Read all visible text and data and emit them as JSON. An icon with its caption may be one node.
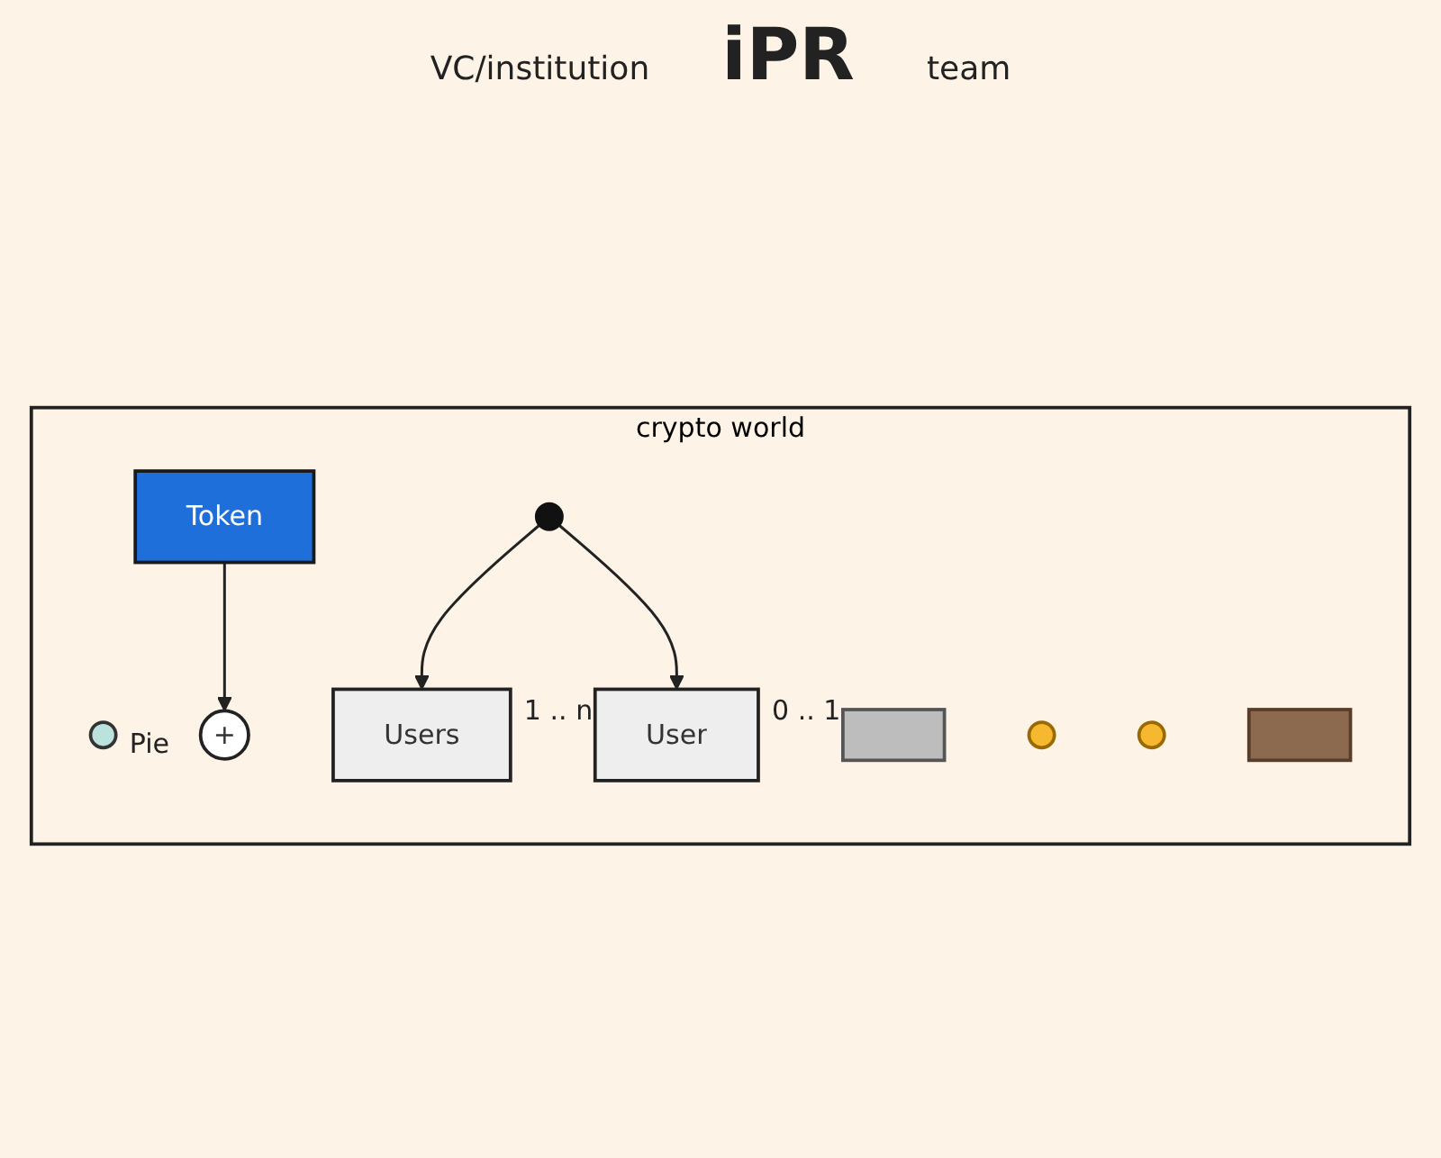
{
  "diagram": {
    "nodes": [
      {
        "text": [
          "crypto world"
        ]
      },
      {
        "text": [],
        "shape": "circle",
        "beside": [
          "Pie"
        ],
        "in": 0
      },
      {
        "text": [
          "Token"
        ],
        "in": 0
      },
      {
        "text": [
          "+"
        ],
        "in": 0
      },
      {
        "text": [],
        "shape": "circle",
        "in": 0
      },
      {
        "text": [],
        "shape": "box",
        "in": 0
      },
      {
        "text": [
          "Users"
        ],
        "beside": [
          "1 .. n"
        ],
        "in": 0
      },
      {
        "text": [],
        "shape": "circle",
        "in": 0
      },
      {
        "text": [
          "User"
        ],
        "beside": [
          "0 .. 1"
        ],
        "in": 0
      },
      {
        "text": [],
        "shape": "circle",
        "in": 0
      },
      {
        "text": [],
        "shape": "box",
        "in": 0
      }
    ],
    "edges": [
      {
        "from": 2,
        "to": 3,
        "arrow": "to"
      },
      {
        "from": 4,
        "to": 6,
        "arrow": "to"
      },
      {
        "from": 4,
        "to": 8,
        "arrow": "to"
      }
    ],
    "labels": [
      "VC/institution",
      "iPR",
      "team"
    ]
  }
}
